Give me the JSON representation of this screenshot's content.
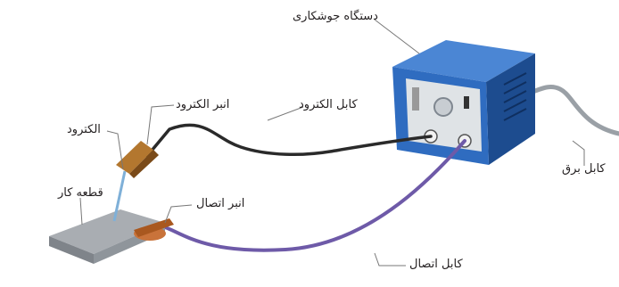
{
  "labels": {
    "welding_machine": "دستگاه جوشکاری",
    "power_cable": "کابل برق",
    "electrode_cable": "کابل الکترود",
    "electrode_holder": "انبر الکترود",
    "electrode": "الکترود",
    "workpiece": "قطعه کار",
    "ground_clamp": "انبر اتصال",
    "ground_cable": "کابل اتصال"
  },
  "colors": {
    "machine_body": "#2f6cc0",
    "machine_dark": "#1d4c8f",
    "panel": "#dfe3e6",
    "electrode_cable": "#2a2a2a",
    "ground_cable": "#6e5aa8",
    "power_cable": "#9aa0a6",
    "clamp": "#c9733a",
    "workpiece": "#a9adb2",
    "electrode_wire": "#7fb0d8",
    "leader": "#777777"
  }
}
